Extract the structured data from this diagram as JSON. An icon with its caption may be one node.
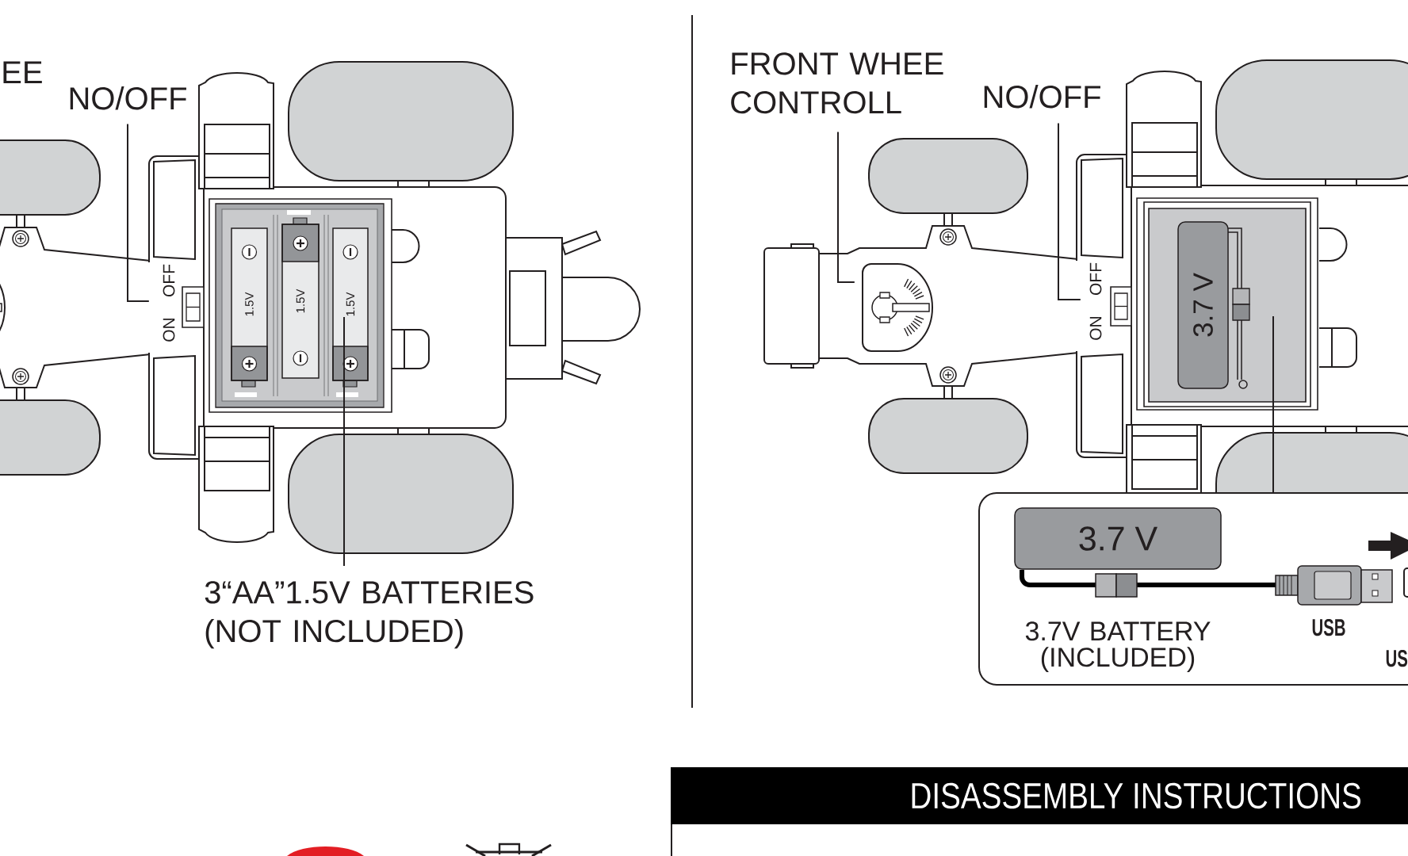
{
  "diagram": {
    "nodes": [
      {
        "text": [
          "NO/OFF"
        ]
      },
      {
        "text": [],
        "shape": "switch",
        "beside": [
          "OFF",
          "ON"
        ]
      },
      {
        "text": [],
        "shape": "box"
      },
      {
        "text": [
          "1.5V"
        ],
        "in": 2
      },
      {
        "text": [
          "1.5V"
        ],
        "in": 2
      },
      {
        "text": [
          "1.5V"
        ],
        "in": 2
      },
      {
        "text": [
          "3“AA”1.5V BATTERIES (NOT INCLUDED)"
        ]
      },
      {
        "text": [
          "FRONT WHEE CONTROLL"
        ]
      },
      {
        "text": [
          "NO/OFF"
        ]
      },
      {
        "text": [],
        "shape": "dial"
      },
      {
        "text": [],
        "shape": "switch",
        "beside": [
          "OFF",
          "ON"
        ]
      },
      {
        "text": [],
        "shape": "box"
      },
      {
        "text": [
          "3.7 V"
        ],
        "in": 11
      },
      {
        "text": [],
        "shape": "box"
      },
      {
        "text": [
          "3.7 V"
        ],
        "in": 13,
        "beside": [
          "3.7V BATTERY (INCLUDED)"
        ]
      },
      {
        "text": [
          "DISASSEMBLY INSTRUCTIONS"
        ]
      }
    ],
    "edges": [
      {
        "from": 0,
        "to": 1,
        "arrow": "none"
      },
      {
        "from": 6,
        "to": 5,
        "arrow": "none"
      },
      {
        "from": 7,
        "to": 9,
        "arrow": "none"
      },
      {
        "from": 8,
        "to": 10,
        "arrow": "none"
      },
      {
        "from": 11,
        "to": 13,
        "arrow": "none"
      }
    ],
    "labels": [
      "EE",
      "USB",
      "US"
    ]
  }
}
